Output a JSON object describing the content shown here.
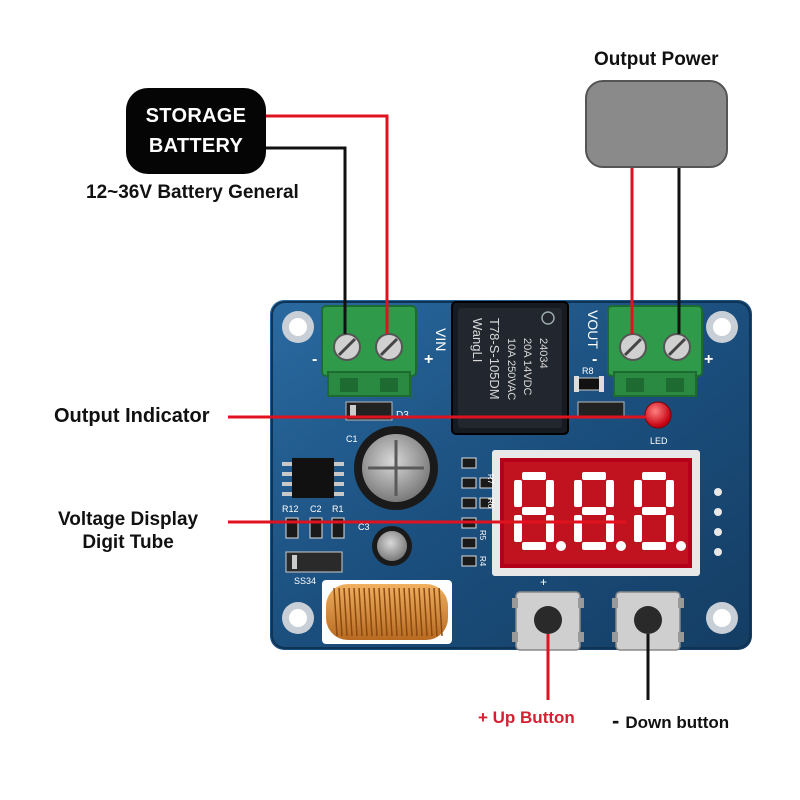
{
  "labels": {
    "storage_line1": "STORAGE",
    "storage_line2": "BATTERY",
    "battery_general": "12~36V Battery General",
    "output_power": "Output Power",
    "output_indicator": "Output Indicator",
    "voltage_display_line1": "Voltage Display",
    "voltage_display_line2": "Digit Tube",
    "up_button": "+ Up Button",
    "down_button": "Down button",
    "down_minus": "-"
  },
  "board": {
    "vin_label": "VIN",
    "vout_label": "VOUT",
    "relay_brand": "WangLI",
    "relay_model": "T78-S-105DM",
    "relay_rating1": "10A 250VAC",
    "relay_rating2": "20A 14VDC",
    "relay_code": "24034",
    "led_label": "LED",
    "diode_d3": "D3",
    "res_r8": "R8",
    "cap_c1": "C1",
    "cap_c3": "C3",
    "res_r12": "R12",
    "cap_c2": "C2",
    "res_r1": "R1",
    "diode_ss34": "SS34",
    "res_r6": "R6",
    "res_r7": "R7",
    "res_r5": "R5",
    "res_r4": "R4",
    "plus": "+",
    "minus": "-",
    "display_digits": "8.8.8."
  },
  "colors": {
    "board": "#1b4f7e",
    "wire_red": "#e0121f",
    "wire_black": "#111111",
    "terminal": "#2f9a4a",
    "segment": "#ffffff",
    "up_label": "#d42030"
  }
}
